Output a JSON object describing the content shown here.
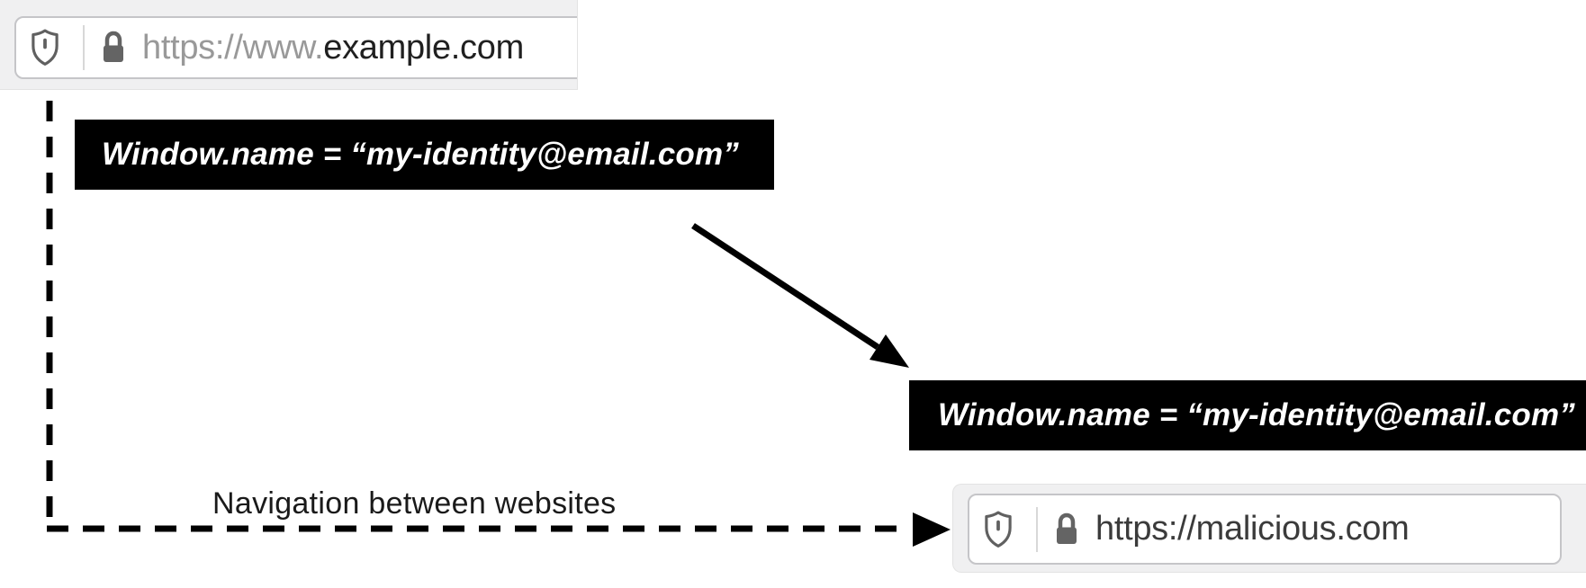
{
  "colors": {
    "box_bg": "#000000",
    "box_text": "#ffffff",
    "bar_bg": "#f0f0f1",
    "field_border": "#c5c5c8",
    "icon": "#606060",
    "url_scheme": "#999999",
    "url_domain": "#202020",
    "url_malicious": "#3b3b3b",
    "arrow": "#000000"
  },
  "top_browser_bar": {
    "shield_icon": "tracking-protection-shield-icon",
    "lock_icon": "https-lock-icon",
    "url_scheme": "https://www.",
    "url_domain": "example.com"
  },
  "source_window_name_box": {
    "text": "Window.name = “my-identity@email.com”"
  },
  "target_window_name_box": {
    "text": "Window.name = “my-identity@email.com”"
  },
  "navigation_label": "Navigation between websites",
  "bottom_browser_bar": {
    "shield_icon": "tracking-protection-shield-icon",
    "lock_icon": "https-lock-icon",
    "url": "https://malicious.com"
  }
}
